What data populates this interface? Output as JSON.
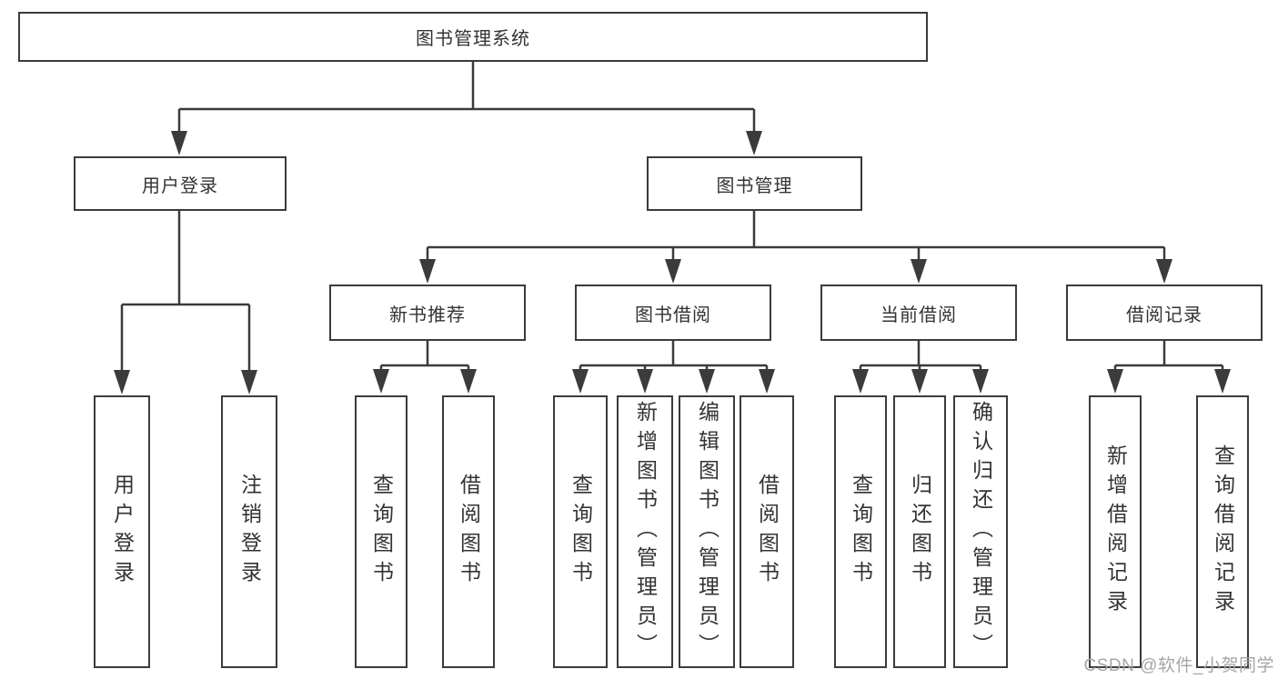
{
  "diagram": {
    "title": "图书管理系统",
    "root": {
      "label": "图书管理系统"
    },
    "level2": [
      {
        "label": "用户登录"
      },
      {
        "label": "图书管理"
      }
    ],
    "level3": [
      {
        "label": "新书推荐"
      },
      {
        "label": "图书借阅"
      },
      {
        "label": "当前借阅"
      },
      {
        "label": "借阅记录"
      }
    ],
    "leaves": {
      "user_login": [
        "用户登录",
        "注销登录"
      ],
      "new_book_rec": [
        "查询图书",
        "借阅图书"
      ],
      "book_borrow": [
        "查询图书",
        "新增图书（管理员）",
        "编辑图书（管理员）",
        "借阅图书"
      ],
      "current_borrow": [
        "查询图书",
        "归还图书",
        "确认归还（管理员）"
      ],
      "borrow_records": [
        "新增借阅记录",
        "查询借阅记录"
      ]
    }
  },
  "watermark": "CSDN @软件_小贺同学",
  "colors": {
    "line": "#3b3b3b",
    "text": "#333333",
    "box_background": "#ffffff",
    "watermark": "#a6a6a6",
    "page_background": "#ffffff"
  }
}
